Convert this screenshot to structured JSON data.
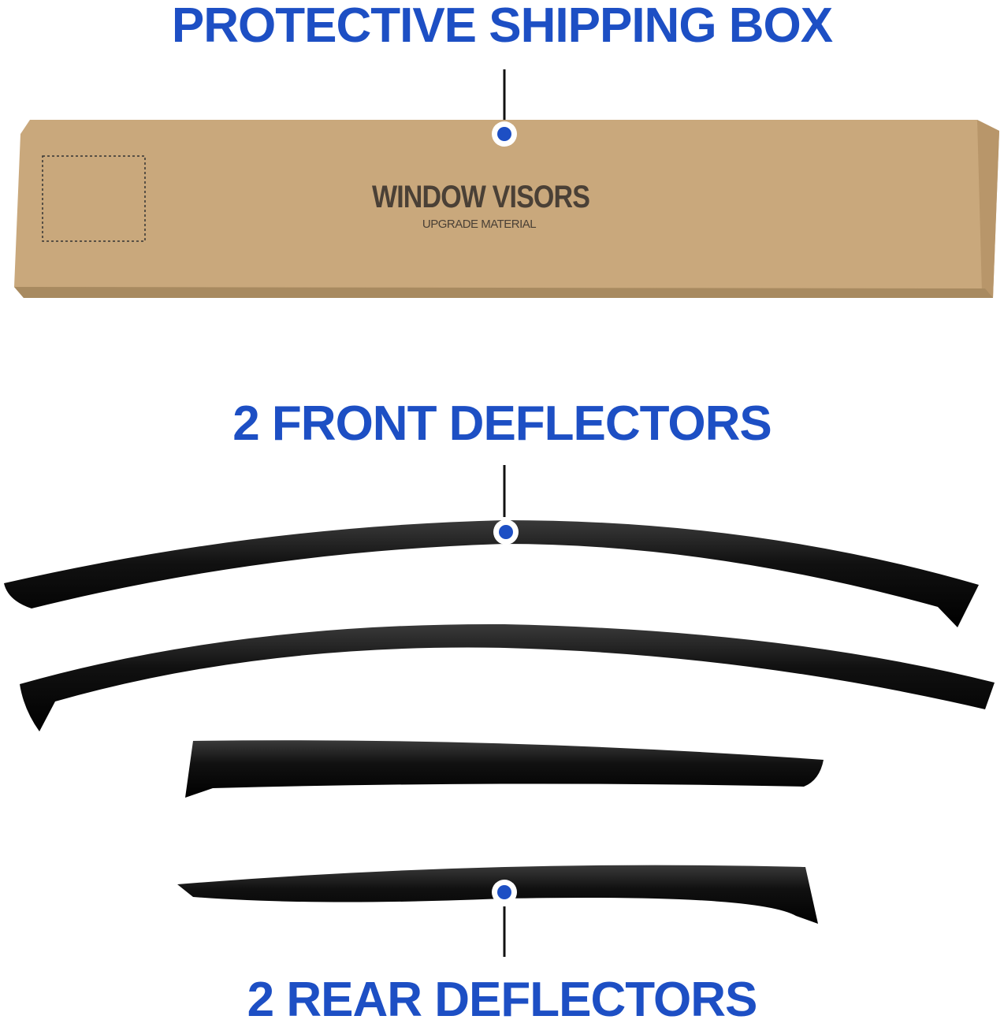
{
  "headings": {
    "box": "PROTECTIVE SHIPPING BOX",
    "front": "2 FRONT DEFLECTORS",
    "rear": "2 REAR DEFLECTORS"
  },
  "box_label": {
    "title": "WINDOW VISORS",
    "subtitle": "UPGRADE MATERIAL"
  },
  "colors": {
    "accent": "#1d4fc4",
    "box": "#c9a87c",
    "visor": "#1a1a1a"
  }
}
